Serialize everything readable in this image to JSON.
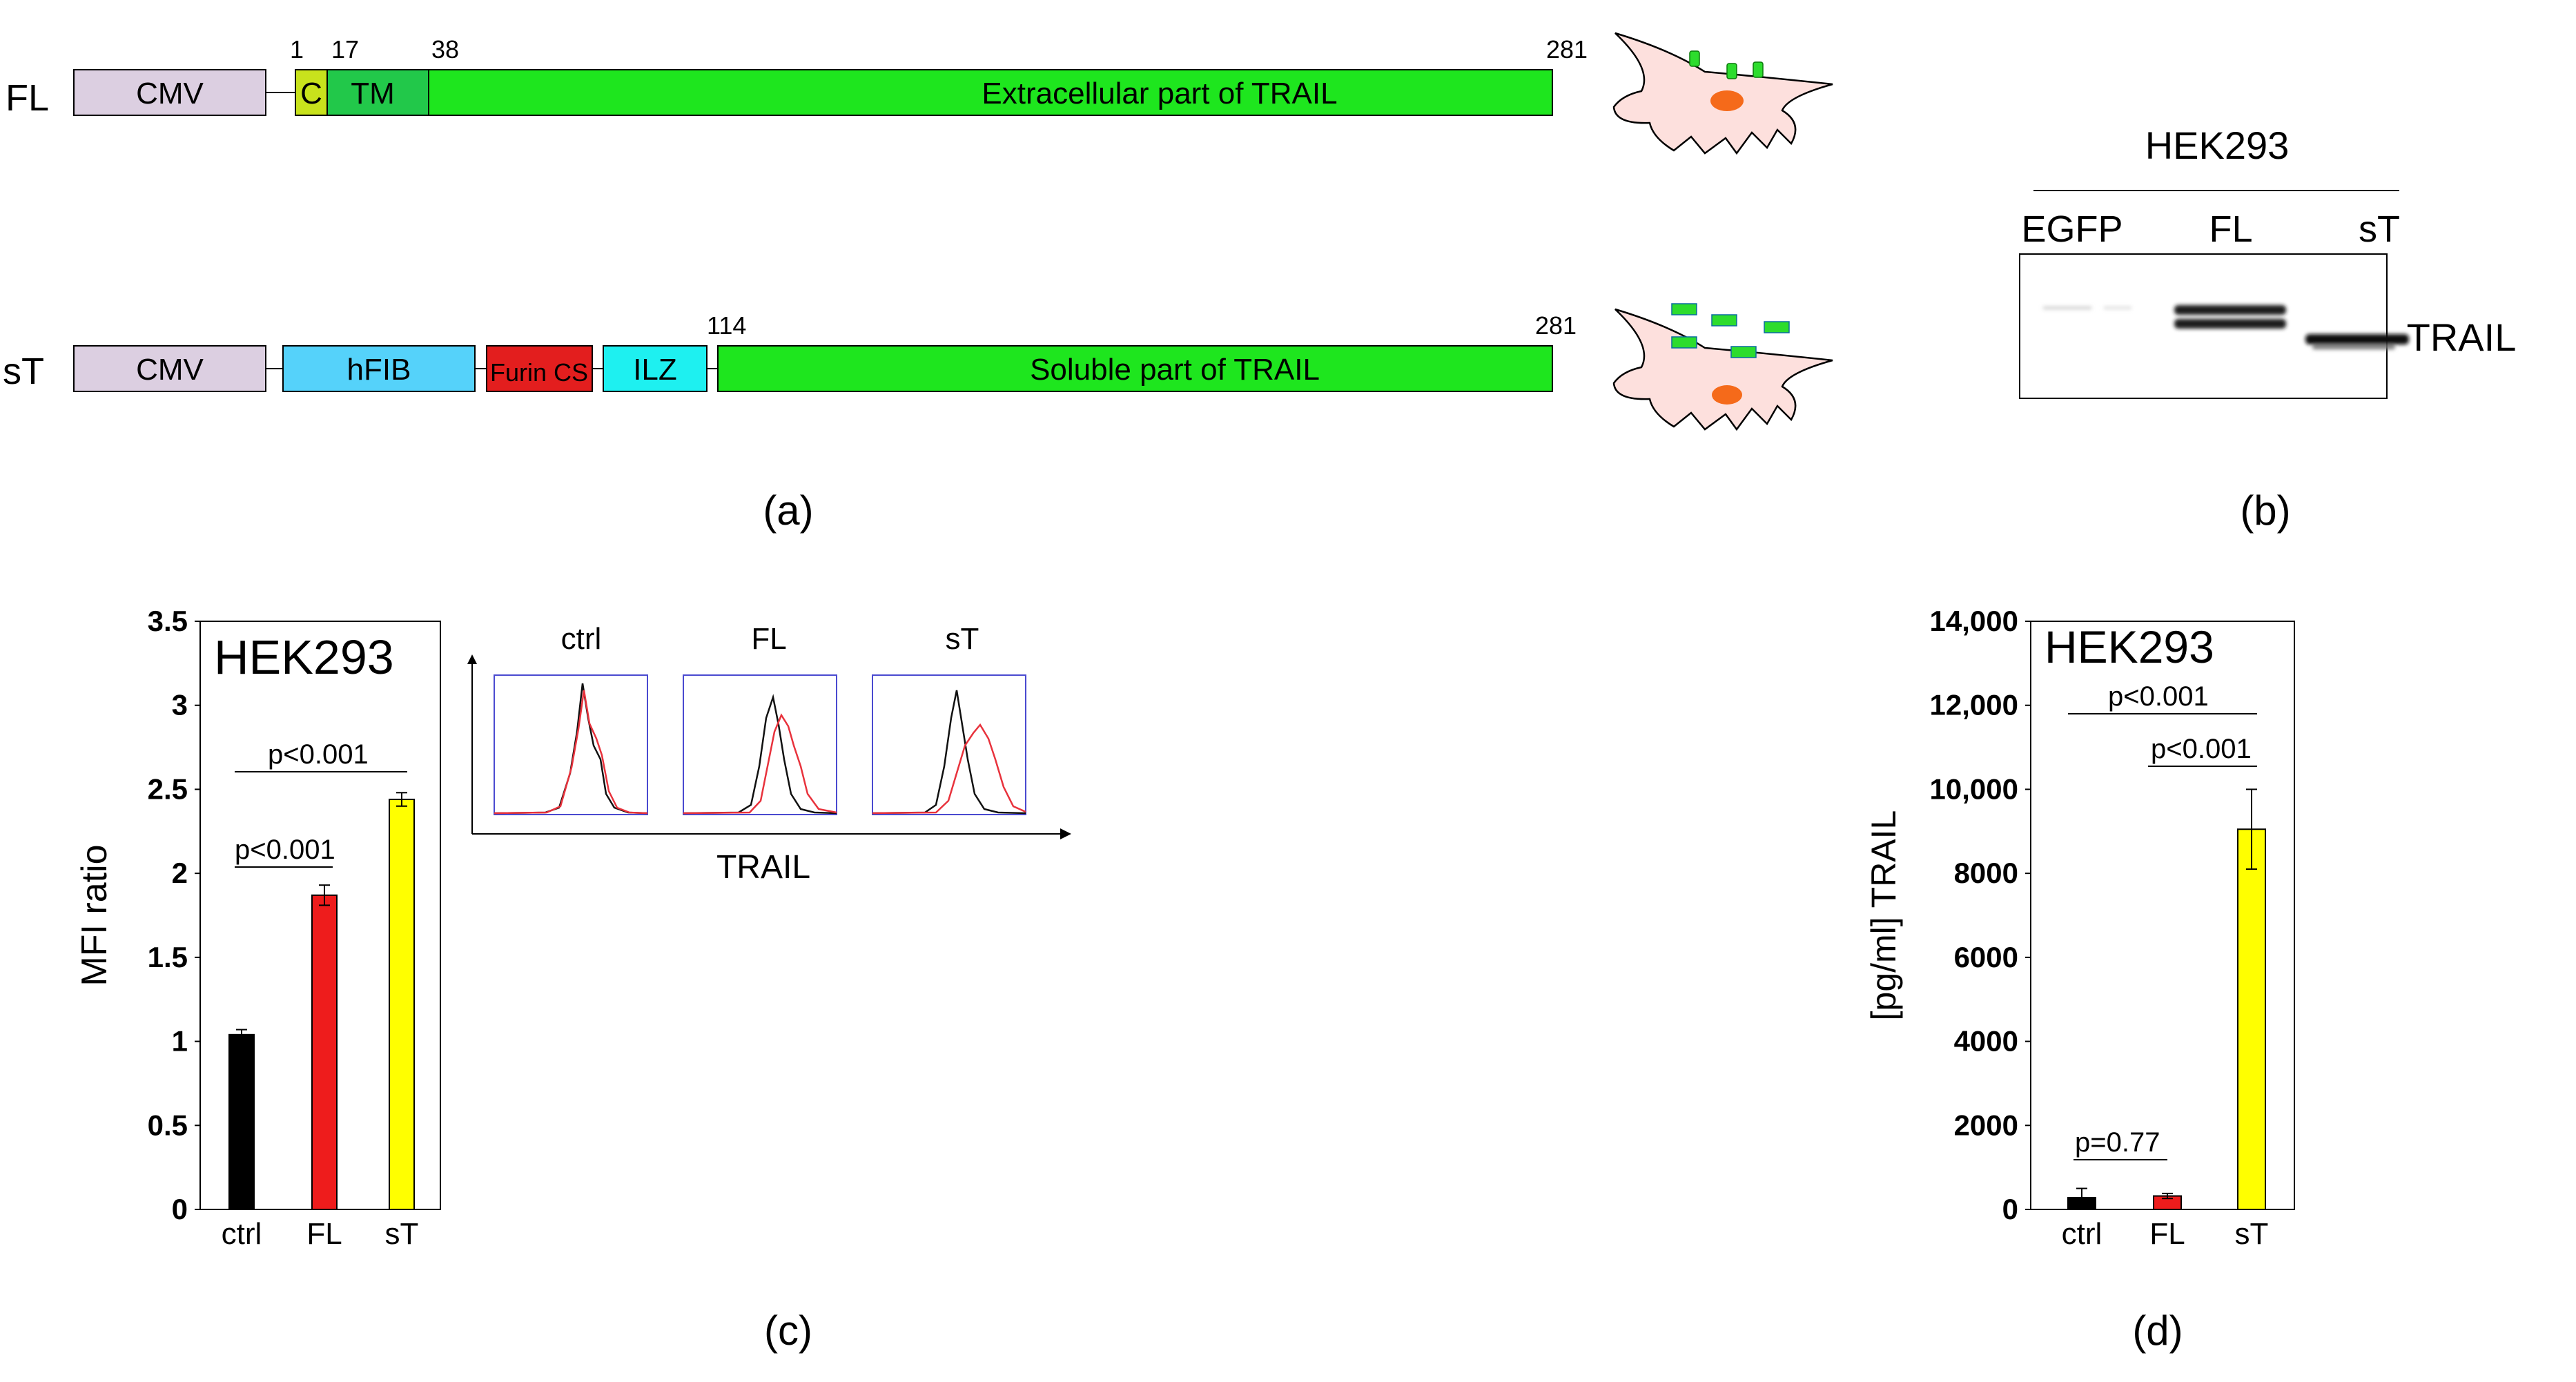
{
  "panel_a": {
    "caption": "(a)",
    "fl": {
      "row_label": "FL",
      "domains": {
        "cmv": "CMV",
        "c": "C",
        "tm": "TM",
        "extracellular": "Extracellular part of TRAIL"
      },
      "positions": {
        "p1": "1",
        "p17": "17",
        "p38": "38",
        "p281": "281"
      }
    },
    "st": {
      "row_label": "sT",
      "domains": {
        "cmv": "CMV",
        "hfib": "hFIB",
        "furin": "Furin CS",
        "ilz": "ILZ",
        "soluble": "Soluble part of TRAIL"
      },
      "positions": {
        "p114": "114",
        "p281": "281"
      }
    },
    "colors": {
      "cmv": "#dccfe1",
      "c": "#c8e21c",
      "tm": "#22c84a",
      "trail": "#1ee61e",
      "hfib": "#55d2fa",
      "furin": "#e31e1e",
      "ilz": "#1ef0f0",
      "cell": "#fde0dd",
      "nucleus": "#f56a1a"
    }
  },
  "panel_b": {
    "caption": "(b)",
    "cell_line": "HEK293",
    "lanes": [
      "EGFP",
      "FL",
      "sT"
    ],
    "band_label": "TRAIL"
  },
  "panel_c": {
    "caption": "(c)",
    "histograms": {
      "titles": [
        "ctrl",
        "FL",
        "sT"
      ],
      "xlabel": "TRAIL",
      "line_colors": {
        "control": "#111111",
        "trail": "#e8323c",
        "frame": "#4a4ad0"
      }
    },
    "pvalues": [
      "p<0.001",
      "p<0.001"
    ]
  },
  "panel_d": {
    "caption": "(d)",
    "pvalues": [
      "p<0.001",
      "p<0.001",
      "p=0.77"
    ]
  },
  "chart_data": [
    {
      "type": "bar",
      "title": "HEK293",
      "ylabel": "MFI ratio",
      "categories": [
        "ctrl",
        "FL",
        "sT"
      ],
      "values": [
        1.04,
        1.87,
        2.44
      ],
      "errors": [
        0.03,
        0.06,
        0.04
      ],
      "colors": [
        "#000000",
        "#ee1c1c",
        "#ffff00"
      ],
      "ylim": [
        0,
        3.5
      ],
      "yticks": [
        "0",
        "0.5",
        "1",
        "1.5",
        "2",
        "2.5",
        "3",
        "3.5"
      ]
    },
    {
      "type": "bar",
      "title": "HEK293",
      "ylabel": "[pg/ml] TRAIL",
      "categories": [
        "ctrl",
        "FL",
        "sT"
      ],
      "values": [
        280,
        320,
        9050
      ],
      "errors": [
        220,
        60,
        950
      ],
      "colors": [
        "#000000",
        "#ee1c1c",
        "#ffff00"
      ],
      "ylim": [
        0,
        14000
      ],
      "yticks": [
        "0",
        "2000",
        "4000",
        "6000",
        "8000",
        "10,000",
        "12,000",
        "14,000"
      ]
    }
  ]
}
